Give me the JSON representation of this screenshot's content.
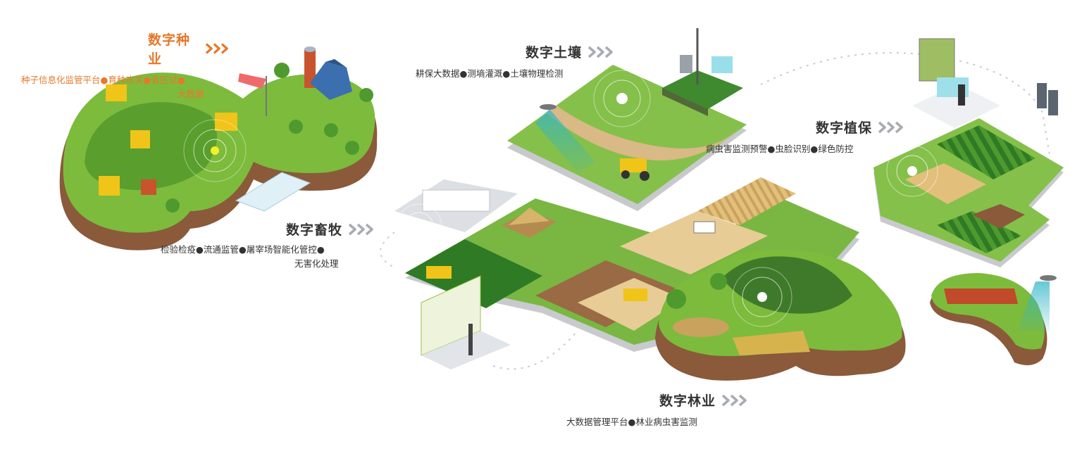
{
  "sections": {
    "seed": {
      "title": "数字种业",
      "desc_line1": "种子信息化监管平台●育种攻关●省区试●",
      "desc_line2": "大数据"
    },
    "soil": {
      "title": "数字土壤",
      "desc": "耕保大数据●测墒灌溉●土壤物理检测"
    },
    "livestock": {
      "title": "数字畜牧",
      "desc_line1": "检验检疫●流通监管●屠宰场智能化管控●",
      "desc_line2": "无害化处理"
    },
    "plant": {
      "title": "数字植保",
      "desc": "病虫害监测预警●虫脸识别●绿色防控"
    },
    "forest": {
      "title": "数字林业",
      "desc": "大数据管理平台●林业病虫害监测"
    }
  },
  "colors": {
    "accent_orange": "#e6782a",
    "chevron_gray": "#a7abb3",
    "grass": "#7dbb3c",
    "soil": "#8a5a3b",
    "sand": "#e8cc96"
  },
  "icons": {
    "chevron": "triple-chevron-right-icon",
    "hotspot": "pulse-hotspot-icon"
  }
}
